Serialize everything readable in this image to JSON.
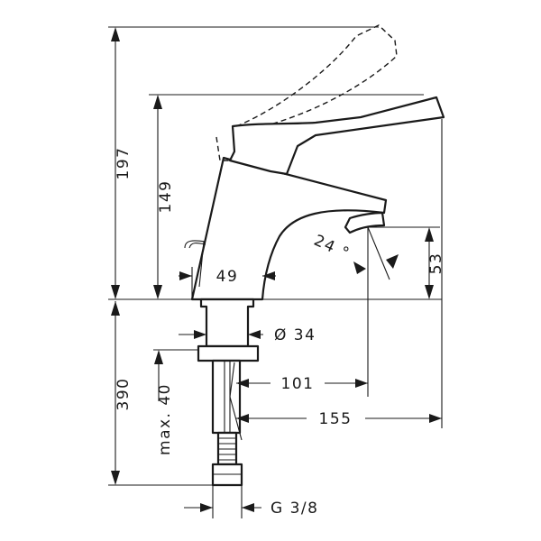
{
  "dimensions": {
    "total_height": "197",
    "body_height": "149",
    "spout_height": "53",
    "base_width": "49",
    "diameter": "Ø 34",
    "spout_reach": "101",
    "lever_reach": "155",
    "angle": "24 °",
    "hose_length": "390",
    "max_thickness": "max. 40",
    "thread": "G 3/8"
  },
  "colors": {
    "line": "#1a1a1a",
    "background": "#ffffff"
  }
}
